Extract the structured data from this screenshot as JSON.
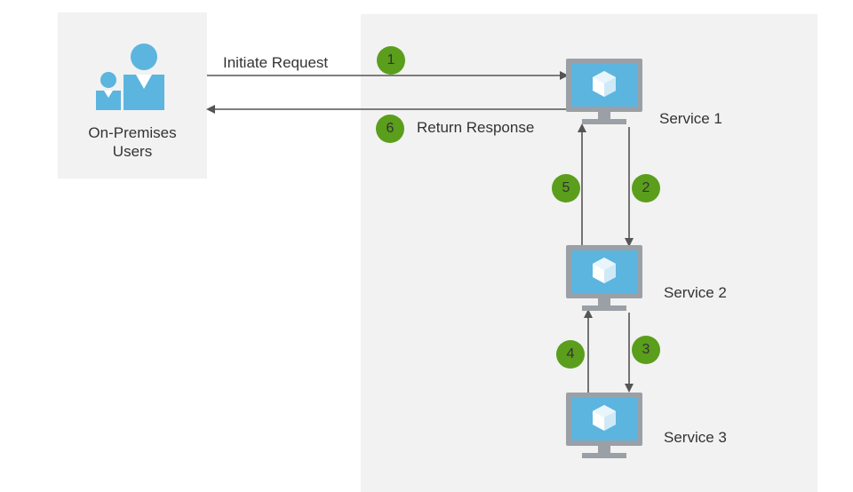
{
  "users": {
    "label_line1": "On-Premises",
    "label_line2": "Users"
  },
  "services": [
    {
      "label": "Service 1"
    },
    {
      "label": "Service 2"
    },
    {
      "label": "Service 3"
    }
  ],
  "arrows": {
    "initiate_label": "Initiate Request",
    "return_label": "Return Response"
  },
  "steps": [
    "1",
    "2",
    "3",
    "4",
    "5",
    "6"
  ],
  "colors": {
    "step_green": "#5a9e1c",
    "icon_blue": "#5bb5df",
    "monitor_gray": "#9aa0a6",
    "panel_gray": "#f2f2f2",
    "line": "#555555"
  }
}
